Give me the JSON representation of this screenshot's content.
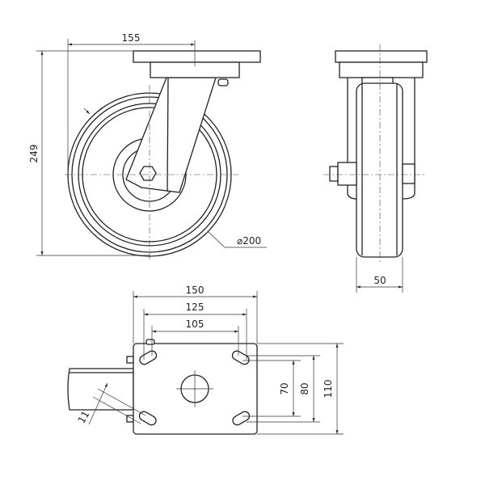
{
  "title": "Swivel castor technical drawing",
  "dimensions": {
    "offset": "155",
    "height": "249",
    "wheel_diameter": "⌀200",
    "wheel_width": "50",
    "plate_length": "150",
    "hole_spacing_outer_x": "125",
    "hole_spacing_inner_x": "105",
    "hole_spacing_inner_y": "70",
    "hole_spacing_outer_y": "80",
    "plate_width": "110",
    "bolt_hole": "11"
  }
}
